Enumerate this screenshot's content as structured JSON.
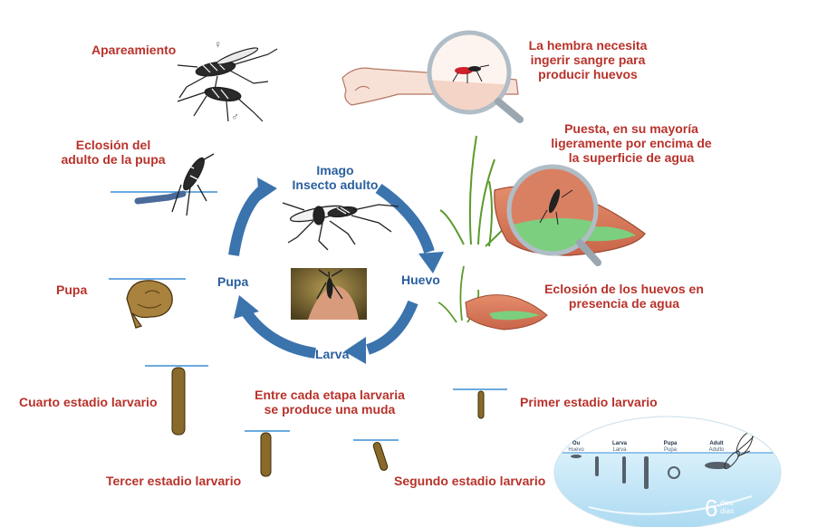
{
  "cycle": {
    "adult": {
      "line1": "Imago",
      "line2": "Insecto adulto"
    },
    "egg": "Huevo",
    "larva": "Larva",
    "pupa": "Pupa"
  },
  "stages": {
    "mating": "Apareamiento",
    "female_mark": "♀",
    "male_mark": "♂",
    "blood": [
      "La hembra necesita",
      "ingerir sangre para",
      "producir huevos"
    ],
    "laying": [
      "Puesta, en su mayoría",
      "ligeramente por encima de",
      "la superficie de agua"
    ],
    "hatching": [
      "Eclosión de los huevos en",
      "presencia de agua"
    ],
    "emergence": [
      "Eclosión del",
      "adulto de la pupa"
    ],
    "pupa": "Pupa",
    "instar4": "Cuarto estadio larvario",
    "molt_note": [
      "Entre cada etapa larvaria",
      "se produce una muda"
    ],
    "instar1": "Primer estadio larvario",
    "instar3": "Tercer estadio larvario",
    "instar2": "Segundo estadio larvario"
  },
  "inset": {
    "stages": [
      {
        "en": "Ou",
        "es": "Huevo"
      },
      {
        "en": "Larva",
        "es": "Larva"
      },
      {
        "en": "Pupa",
        "es": "Pupa"
      },
      {
        "en": "Adult",
        "es": "Adulto"
      }
    ],
    "days_number": "6",
    "days_en": "dies",
    "days_es": "días"
  },
  "colors": {
    "label_red": "#b8322b",
    "label_blue": "#2a5f9e",
    "cycle_arrow": "#3b73ad",
    "water_line": "#3a8fd6",
    "inset_water": "#bfe3f5"
  }
}
